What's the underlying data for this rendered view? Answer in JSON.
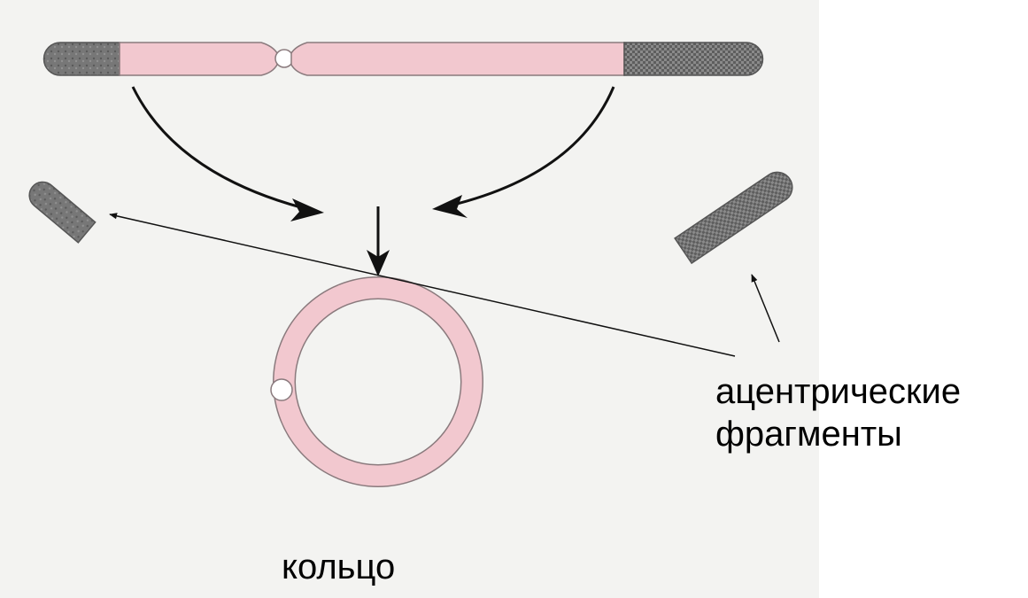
{
  "labels": {
    "acentric_line1": "ацентрические",
    "acentric_line2": "фрагменты",
    "ring": "кольцо"
  },
  "colors": {
    "arm": "#f2c8cf",
    "arm_outline": "#8a7a7d",
    "terminal_segment": "#6e6e6e",
    "centromere": "#ffffff",
    "arrow": "#111111",
    "figure_background": "#f3f3f1"
  }
}
